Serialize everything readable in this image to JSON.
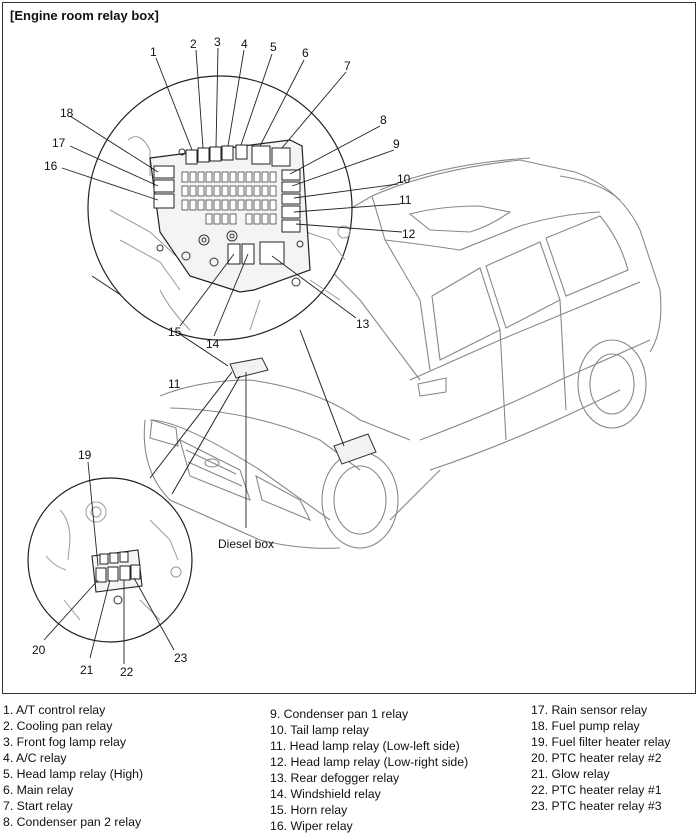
{
  "title": "[Engine room relay box]",
  "diesel_label": "Diesel box",
  "callouts": {
    "c1": "1",
    "c2": "2",
    "c3": "3",
    "c4": "4",
    "c5": "5",
    "c6": "6",
    "c7": "7",
    "c8": "8",
    "c9": "9",
    "c10": "10",
    "c11": "11",
    "c12": "12",
    "c13": "13",
    "c14": "14",
    "c15": "15",
    "c16": "16",
    "c17": "17",
    "c18": "18",
    "c11b": "11",
    "c19": "19",
    "c20": "20",
    "c21": "21",
    "c22": "22",
    "c23": "23"
  },
  "legend": {
    "col1": [
      "1. A/T control relay",
      "2. Cooling pan relay",
      "3. Front fog lamp relay",
      "4. A/C relay",
      "5. Head lamp relay (High)",
      "6. Main relay",
      "7. Start relay",
      "8. Condenser pan 2 relay"
    ],
    "col2": [
      "9. Condenser pan 1 relay",
      "10. Tail lamp relay",
      "11. Head lamp relay (Low-left side)",
      "12. Head lamp relay (Low-right side)",
      "13. Rear defogger relay",
      "14. Windshield relay",
      "15. Horn relay",
      "16. Wiper relay"
    ],
    "col3": [
      "17. Rain sensor relay",
      "18. Fuel pump relay",
      "19. Fuel filter heater relay",
      "20. PTC heater relay #2",
      "21. Glow relay",
      "22. PTC heater relay #1",
      "23. PTC heater relay #3"
    ]
  }
}
